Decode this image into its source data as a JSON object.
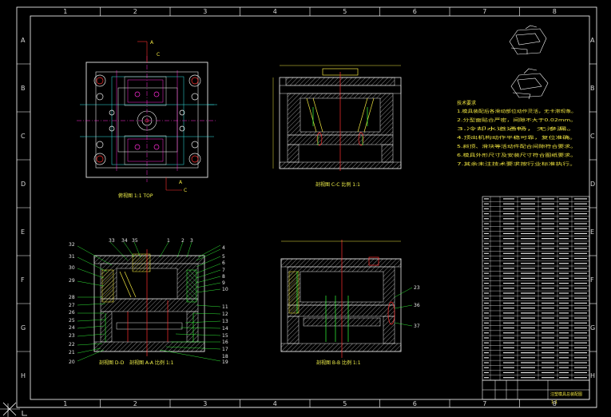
{
  "zone_columns": [
    "1",
    "2",
    "3",
    "4",
    "5",
    "6",
    "7",
    "8"
  ],
  "zone_rows": [
    "A",
    "B",
    "C",
    "D",
    "E",
    "F",
    "G",
    "H"
  ],
  "view_captions": {
    "top_view": "俯视图 1:1 TOP",
    "section_cc": "剖视图 C-C 比例 1:1",
    "section_aa": "剖视图 A-A 比例 1:1",
    "section_bb": "剖视图 B-B 比例 1:1",
    "section_dd": "剖视图 D-D"
  },
  "section_marks": {
    "a1": "A",
    "a2": "A",
    "c1": "C",
    "c2": "C"
  },
  "callouts": {
    "top": [
      "33",
      "34",
      "35",
      "1",
      "2",
      "3",
      "4"
    ],
    "left": [
      "32",
      "31",
      "30",
      "29",
      "28",
      "27",
      "26",
      "25",
      "24",
      "23",
      "22",
      "21",
      "20"
    ],
    "right": [
      "5",
      "6",
      "7",
      "8",
      "9",
      "10",
      "11",
      "12",
      "13",
      "14",
      "15",
      "16",
      "17",
      "18",
      "19"
    ],
    "bb_right": [
      "23",
      "36",
      "37"
    ]
  },
  "notes": {
    "title": "技术要求",
    "lines": [
      "1.模具装配后各滑动部位动作灵活，无卡滞现象。",
      "2.分型面贴合严密，间隙不大于0.02mm。",
      "3.冷却水道通畅，无渗漏。",
      "4.顶出机构动作平稳可靠，复位准确。",
      "5.斜顶、滑块等活动件配合间隙符合要求。",
      "6.模具外形尺寸及安装尺寸符合图纸要求。",
      "7.其余未注技术要求按行业标准执行。"
    ]
  },
  "title_block": {
    "name": "注塑模具总装配图",
    "scale": "1:1"
  },
  "colors": {
    "outline": "#e8e8e8",
    "frame": "#ffffff",
    "yellow": "#f2e640",
    "magenta": "#ff2bd6",
    "cyan": "#35e6e6",
    "green": "#34ff3a",
    "red": "#ff3030",
    "hatch": "#4a9a2e",
    "blue": "#3a70ff"
  }
}
